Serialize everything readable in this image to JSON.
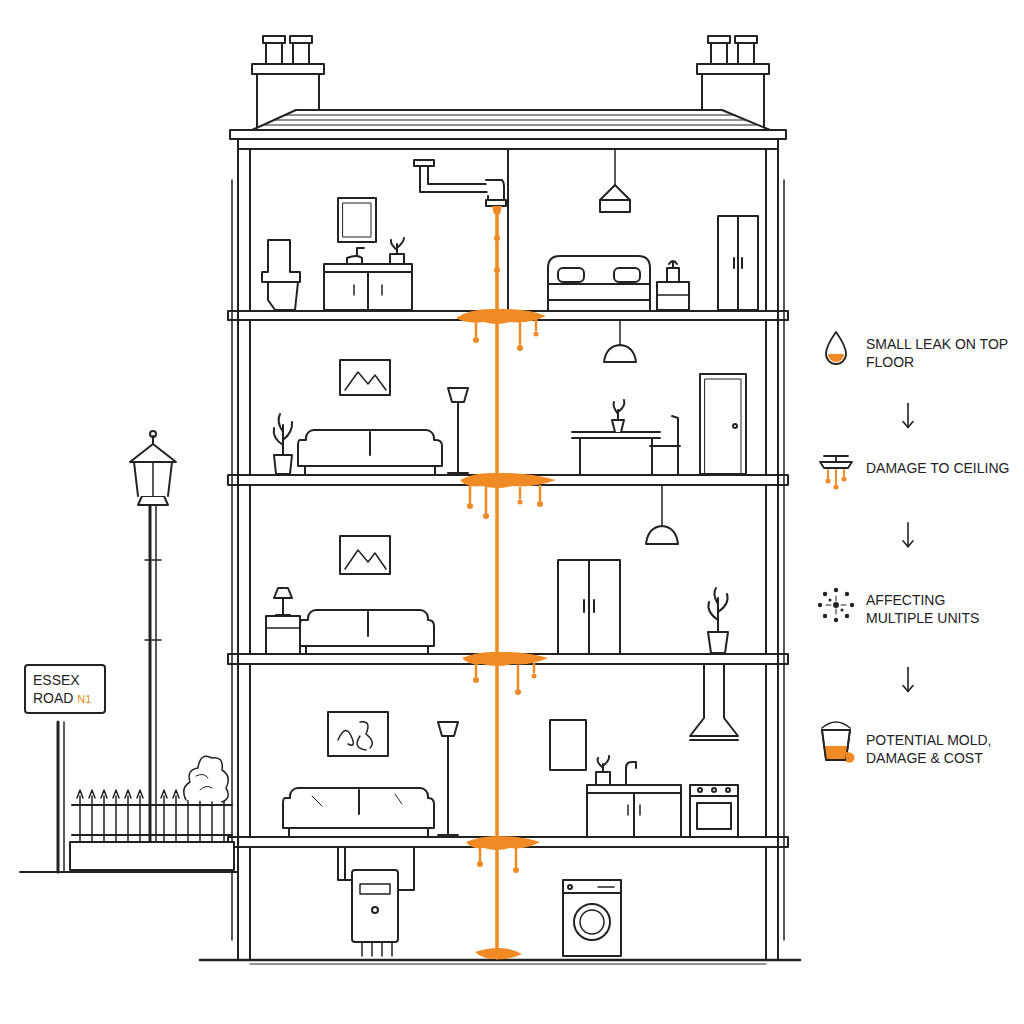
{
  "diagram": {
    "nodes": [
      {
        "text": [
          "SMALL LEAK ON TOP FLOOR"
        ]
      },
      {
        "text": [
          "DAMAGE TO CEILING"
        ]
      },
      {
        "text": [
          "AFFECTING MULTIPLE UNITS"
        ]
      },
      {
        "text": [
          "POTENTIAL MOLD, DAMAGE & COST"
        ]
      },
      {
        "text": [
          "ESSEX ROAD",
          "N1"
        ]
      }
    ],
    "edges": [
      {
        "from": 0,
        "to": 1,
        "arrow": "to"
      },
      {
        "from": 1,
        "to": 2,
        "arrow": "to"
      },
      {
        "from": 2,
        "to": 3,
        "arrow": "to"
      }
    ]
  }
}
